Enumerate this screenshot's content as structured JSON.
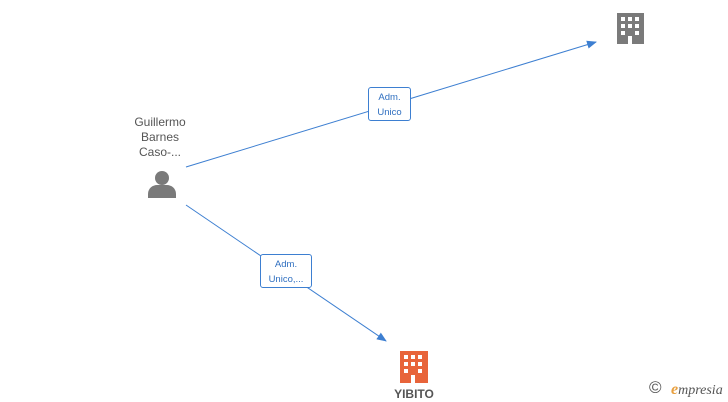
{
  "nodes": {
    "person": {
      "label": "Guillermo\nBarnes\nCaso-...",
      "icon": "person-icon",
      "color": "#7a7a7a"
    },
    "company_top": {
      "label": "",
      "icon": "building-icon",
      "color": "#7a7a7a"
    },
    "company_bottom": {
      "label": "YIBITO",
      "icon": "building-icon",
      "color": "#e8643a"
    }
  },
  "edges": [
    {
      "from": "person",
      "to": "company_top",
      "label": "Adm.\nUnico"
    },
    {
      "from": "person",
      "to": "company_bottom",
      "label": "Adm.\nUnico,..."
    }
  ],
  "colors": {
    "edge": "#3d7fd1",
    "node_text": "#555555"
  },
  "footer": {
    "copyright_symbol": "©",
    "brand_initial": "e",
    "brand_rest": "mpresia"
  }
}
